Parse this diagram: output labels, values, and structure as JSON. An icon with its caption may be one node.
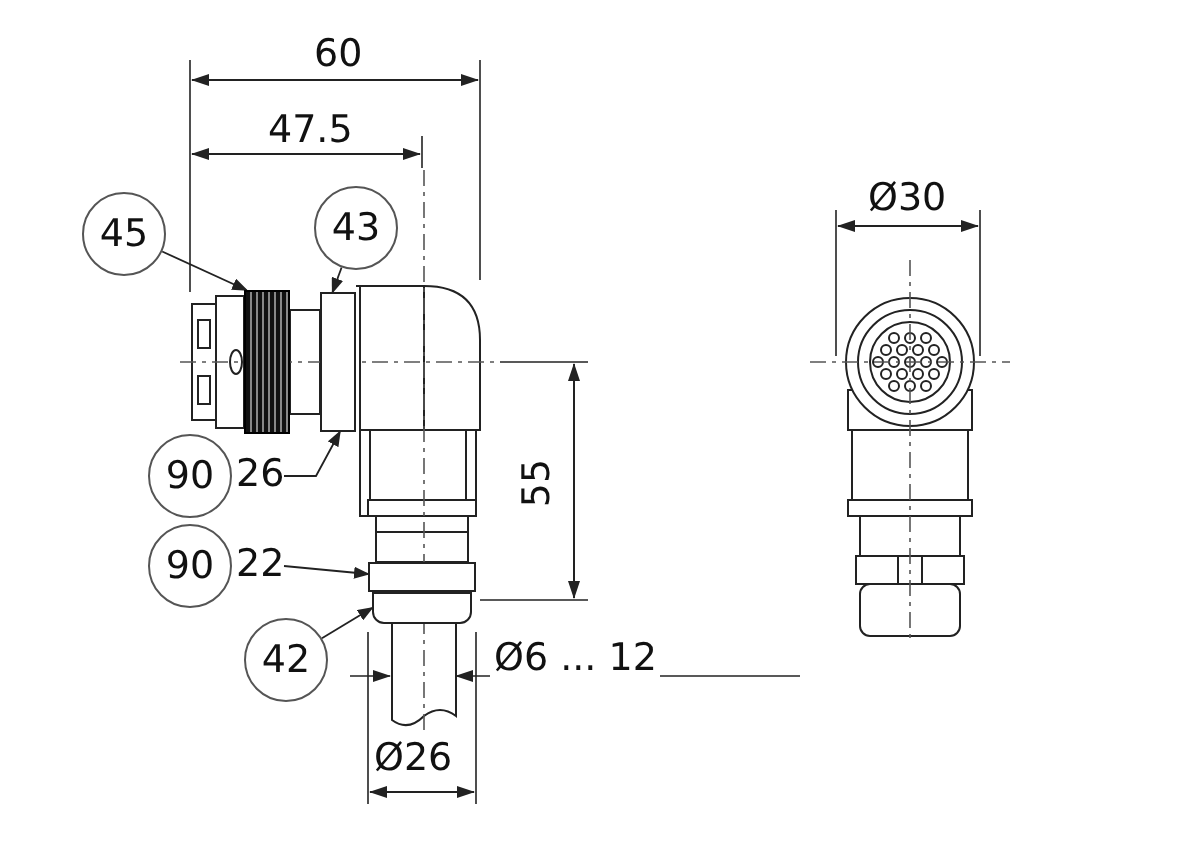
{
  "diagram": {
    "nodes": [
      {
        "text": [
          "45"
        ]
      },
      {
        "text": [
          "43"
        ]
      },
      {
        "text": [
          "90"
        ],
        "beside": [
          "26"
        ]
      },
      {
        "text": [
          "90"
        ],
        "beside": [
          "22"
        ]
      },
      {
        "text": [
          "42"
        ]
      },
      {
        "text": [],
        "shape": "box"
      },
      {
        "text": [],
        "shape": "box"
      },
      {
        "text": [],
        "shape": "box"
      },
      {
        "text": [],
        "shape": "box"
      }
    ],
    "edges": [
      {
        "from": 0,
        "to": 5,
        "arrow": "to"
      },
      {
        "from": 1,
        "to": 6,
        "arrow": "to"
      },
      {
        "from": 2,
        "to": 6,
        "arrow": "to"
      },
      {
        "from": 3,
        "to": 7,
        "arrow": "to"
      },
      {
        "from": 4,
        "to": 8,
        "arrow": "to"
      }
    ],
    "labels": [
      "60",
      "47.5",
      "Ø30",
      "55",
      "Ø6 ... 12",
      "Ø26"
    ]
  }
}
